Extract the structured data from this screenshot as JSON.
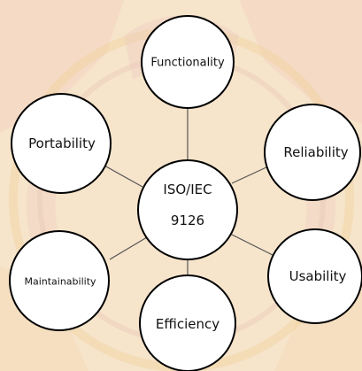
{
  "center": {
    "line1": "ISO/IEC",
    "line2": "9126"
  },
  "nodes": {
    "functionality": "Functionality",
    "reliability": "Reliability",
    "usability": "Usability",
    "efficiency": "Efficiency",
    "maintainability": "Maintainability",
    "portability": "Portability"
  },
  "colors": {
    "background": "#f7e6cf",
    "watermark_red": "#c0383a",
    "watermark_gold": "#e8b85a",
    "node_fill": "#ffffff",
    "stroke": "#000000",
    "connector": "#555555"
  }
}
